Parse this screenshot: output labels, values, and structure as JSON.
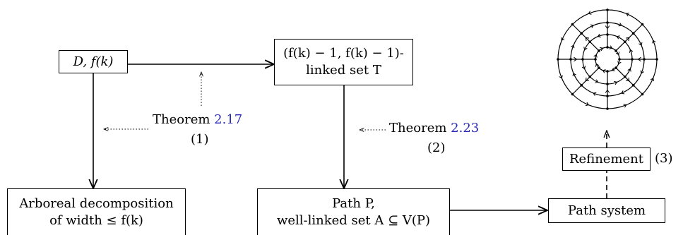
{
  "nodes": {
    "start": {
      "label": "D, f(k)"
    },
    "linked_set": {
      "line1": "(f(k) − 1, f(k) − 1)-",
      "line2": "linked set T"
    },
    "arboreal": {
      "line1": "Arboreal decomposition",
      "line2": "of width ≤ f(k)"
    },
    "path": {
      "line1": "Path P,",
      "line2": "well-linked set A ⊆ V(P)"
    },
    "path_system": {
      "label": "Path system"
    },
    "refinement": {
      "label": "Refinement"
    }
  },
  "annotations": {
    "theorem1": {
      "prefix": "Theorem ",
      "ref": "2.17",
      "case": "(1)"
    },
    "theorem2": {
      "prefix": "Theorem ",
      "ref": "2.23",
      "case": "(2)"
    },
    "case3": "(3)"
  },
  "colors": {
    "ink": "#000000",
    "reference": "#2a2ab8"
  }
}
